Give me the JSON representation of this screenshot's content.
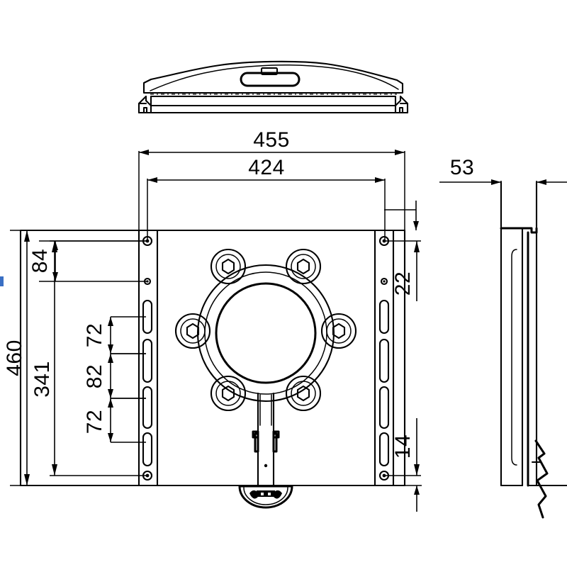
{
  "drawing": {
    "title": "TV wall mount bracket — orthographic technical drawing",
    "background_color": "#ffffff",
    "line_color": "#000000",
    "units": "mm",
    "views": [
      {
        "name": "top-section-view",
        "label": ""
      },
      {
        "name": "front-view",
        "label": ""
      },
      {
        "name": "right-side-view",
        "label": ""
      }
    ]
  },
  "dimensions": {
    "overall_width": "455",
    "hole_pitch_width": "424",
    "overall_height": "460",
    "rail_height": "341",
    "top_offset": "84",
    "slot_pitch_upper": "72",
    "slot_pitch_middle": "82",
    "slot_pitch_lower": "72",
    "depth": "53",
    "right_top_offset": "22",
    "right_bottom_offset": "14"
  },
  "front_view": {
    "plate": {
      "name": "backplate-outline"
    },
    "rails": [
      {
        "name": "left-rail",
        "slots": 4,
        "holes": 2
      },
      {
        "name": "right-rail",
        "slots": 4,
        "holes": 2
      }
    ],
    "vesa_ring": {
      "name": "vesa-ring-assembly",
      "bolt_count": 6
    },
    "stem": {
      "name": "center-stem"
    },
    "tab": {
      "name": "bottom-logo-tab",
      "marking": ""
    }
  },
  "side_view": {
    "profile": {
      "name": "side-profile"
    },
    "depth_label": "53"
  }
}
